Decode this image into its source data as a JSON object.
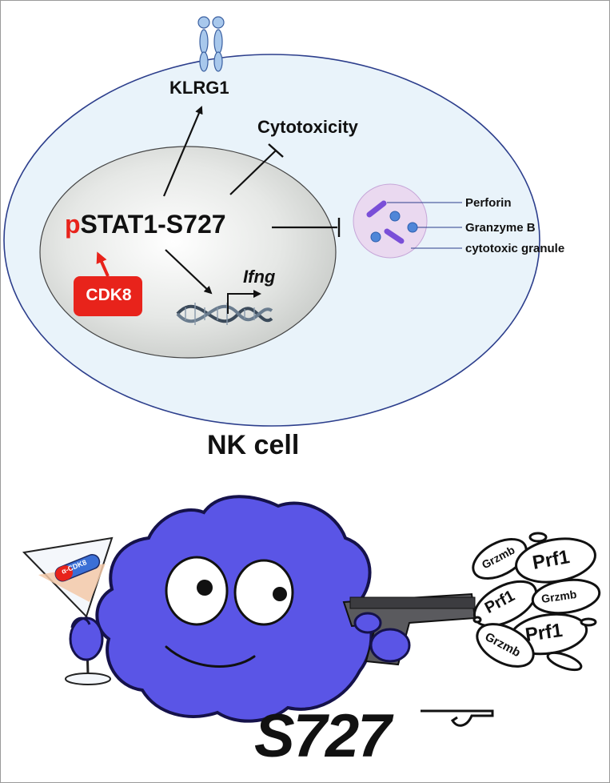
{
  "figure": {
    "receptor_label": "KLRG1",
    "cytotoxicity_label": "Cytotoxicity",
    "stat_prefix": "p",
    "stat_name": "STAT1-S727",
    "kinase_label": "CDK8",
    "gene_label": "Ifng",
    "cell_label": "NK cell",
    "granule_labels": [
      "Perforin",
      "Granzyme B",
      "cytotoxic granule"
    ],
    "cartoon": {
      "glass_label": "α-CDK8",
      "bubbles": [
        "Grzmb",
        "Prf1",
        "Prf1",
        "Grzmb",
        "Prf1",
        "Grzmb"
      ],
      "title": "S727"
    },
    "colors": {
      "accent_red": "#e8231b",
      "cell_fill": "#e9f3fa",
      "cell_stroke": "#2c3e8c",
      "granule_fill": "#ead9f0",
      "nk_blue": "#5a55e6",
      "receptor_blue": "#a8c8ec"
    }
  }
}
